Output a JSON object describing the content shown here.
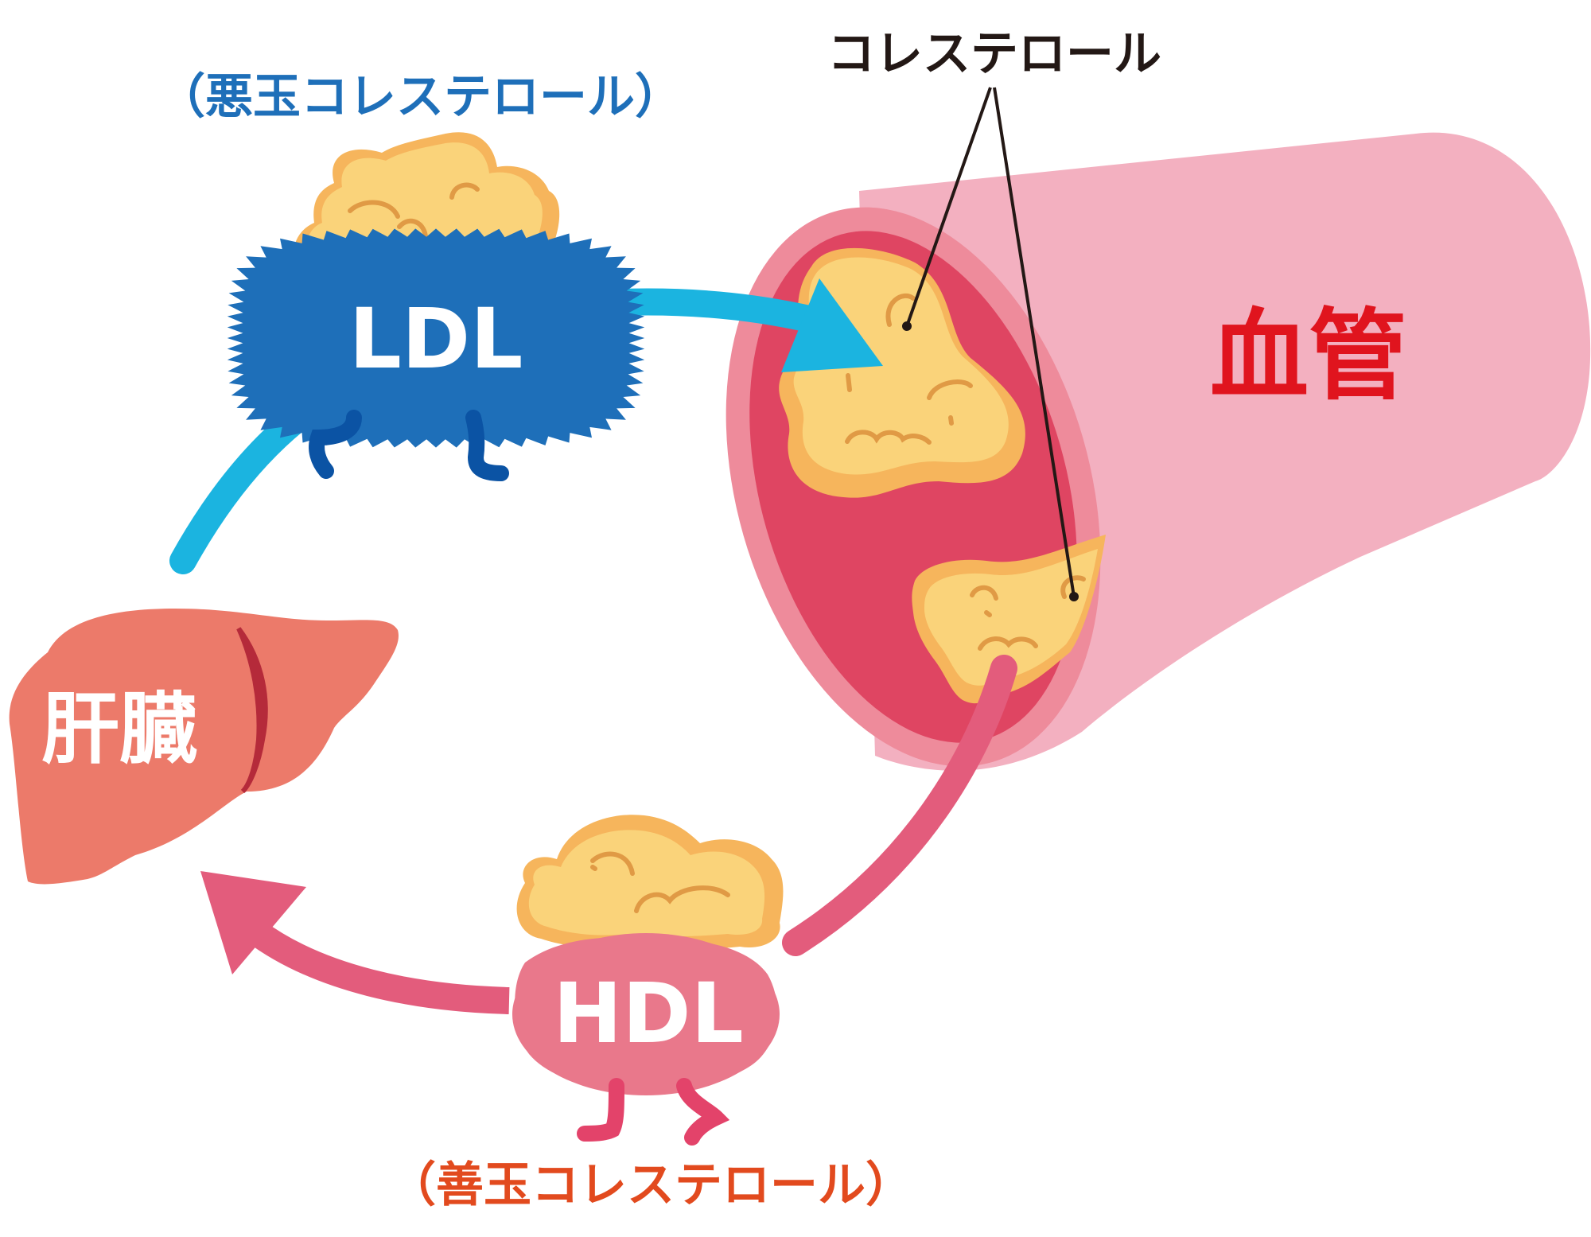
{
  "labels": {
    "cholesterol": "コレステロール",
    "ldl_caption": "（悪玉コレステロール）",
    "ldl": "LDL",
    "hdl": "HDL",
    "hdl_caption": "（善玉コレステロール）",
    "liver": "肝臓",
    "blood_vessel": "血管"
  },
  "colors": {
    "ldl_blue": "#1E6FB9",
    "ldl_arrow": "#1BB4E0",
    "hdl_pink": "#E9788B",
    "hdl_arrow": "#E35C7C",
    "hdl_caption": "#E24A1E",
    "vessel_label": "#E0141E",
    "vessel_outer": "#F3B0C0",
    "vessel_inner": "#DF4562",
    "liver": "#EC7A6A",
    "cholesterol_fat": "#FAD37A",
    "text_dark": "#231815"
  },
  "icons": [
    "ldl-character",
    "hdl-character",
    "liver-shape",
    "blood-vessel",
    "cholesterol-blob"
  ]
}
